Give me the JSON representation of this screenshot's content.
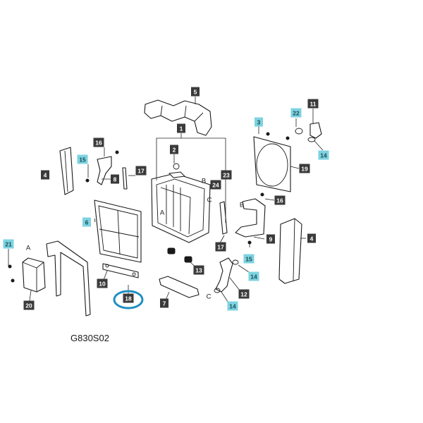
{
  "diagram_code": "G830S02",
  "colors": {
    "label_dark": "#3a3a3a",
    "label_accent": "#7dd3e0",
    "label_text_dark": "#ffffff",
    "label_text_accent": "#1a4a55",
    "highlight_ring": "#1f8fc2"
  },
  "labels": [
    {
      "id": "5",
      "style": "dark"
    },
    {
      "id": "1",
      "style": "dark"
    },
    {
      "id": "16",
      "style": "dark"
    },
    {
      "id": "2",
      "style": "dark"
    },
    {
      "id": "4",
      "style": "dark"
    },
    {
      "id": "15",
      "style": "accent"
    },
    {
      "id": "8",
      "style": "dark"
    },
    {
      "id": "17",
      "style": "dark"
    },
    {
      "id": "23",
      "style": "dark"
    },
    {
      "id": "24",
      "style": "dark"
    },
    {
      "id": "3",
      "style": "accent"
    },
    {
      "id": "22",
      "style": "accent"
    },
    {
      "id": "11",
      "style": "dark"
    },
    {
      "id": "14",
      "style": "accent"
    },
    {
      "id": "19",
      "style": "dark"
    },
    {
      "id": "16",
      "style": "dark"
    },
    {
      "id": "6",
      "style": "accent"
    },
    {
      "id": "9",
      "style": "dark"
    },
    {
      "id": "4",
      "style": "dark"
    },
    {
      "id": "17",
      "style": "dark"
    },
    {
      "id": "15",
      "style": "accent"
    },
    {
      "id": "21",
      "style": "accent"
    },
    {
      "id": "13",
      "style": "dark"
    },
    {
      "id": "14",
      "style": "accent"
    },
    {
      "id": "10",
      "style": "dark"
    },
    {
      "id": "12",
      "style": "dark"
    },
    {
      "id": "18",
      "style": "dark",
      "highlighted": true
    },
    {
      "id": "7",
      "style": "dark"
    },
    {
      "id": "14",
      "style": "accent"
    },
    {
      "id": "20",
      "style": "dark"
    }
  ],
  "letters": [
    "A",
    "A",
    "B",
    "B",
    "C",
    "C"
  ]
}
